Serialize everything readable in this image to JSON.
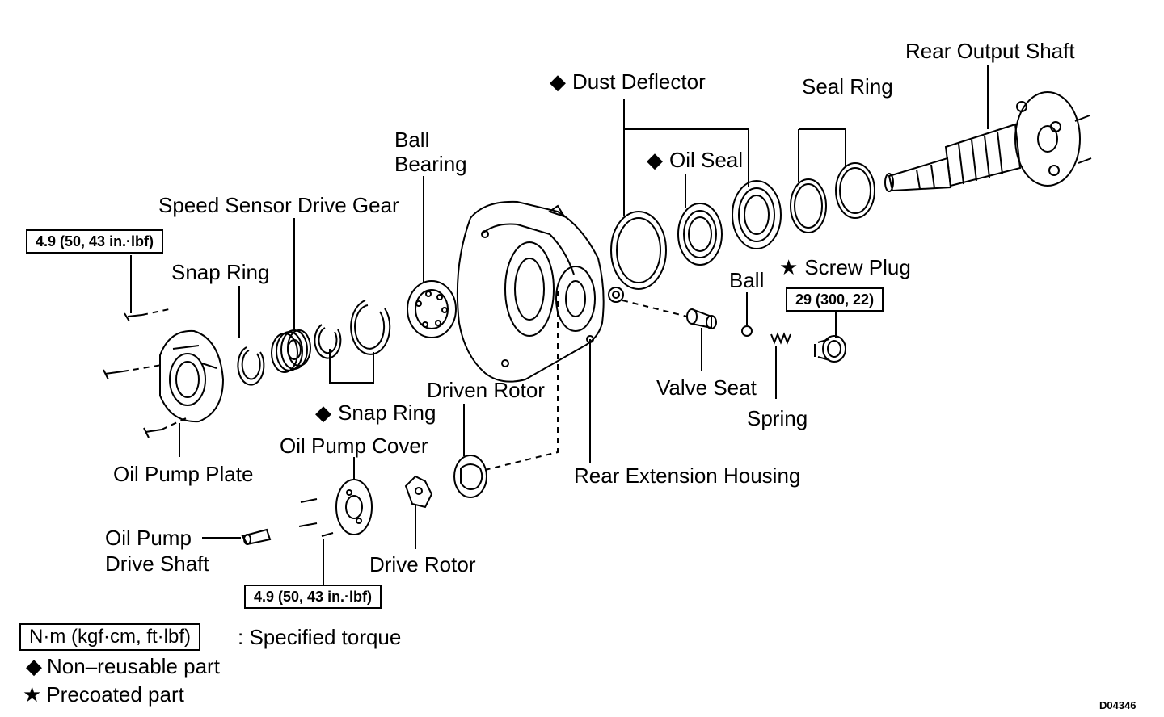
{
  "symbols": {
    "non_reusable": "◆",
    "precoated": "★"
  },
  "labels": {
    "rear_output_shaft": "Rear Output Shaft",
    "dust_deflector": "Dust Deflector",
    "seal_ring": "Seal Ring",
    "ball_bearing_line1": "Ball",
    "ball_bearing_line2": "Bearing",
    "oil_seal": "Oil Seal",
    "speed_sensor_drive_gear": "Speed Sensor Drive Gear",
    "snap_ring_top": "Snap Ring",
    "ball": "Ball",
    "screw_plug": "Screw Plug",
    "valve_seat": "Valve Seat",
    "driven_rotor": "Driven Rotor",
    "spring": "Spring",
    "snap_ring_bottom": "Snap Ring",
    "oil_pump_cover": "Oil Pump Cover",
    "oil_pump_plate": "Oil Pump Plate",
    "rear_extension_housing": "Rear Extension Housing",
    "oil_pump_drive_shaft_line1": "Oil Pump",
    "oil_pump_drive_shaft_line2": "Drive Shaft",
    "drive_rotor": "Drive Rotor"
  },
  "torque": {
    "plate_bolts": "4.9 (50, 43 in.·lbf)",
    "screw_plug": "29 (300, 22)",
    "cover_bolts": "4.9 (50, 43 in.·lbf)"
  },
  "legend": {
    "torque_units": "N·m (kgf·cm, ft·lbf)",
    "torque_desc": ": Specified torque",
    "non_reusable": "Non–reusable part",
    "precoated": "Precoated part"
  },
  "figure_code": "D04346"
}
